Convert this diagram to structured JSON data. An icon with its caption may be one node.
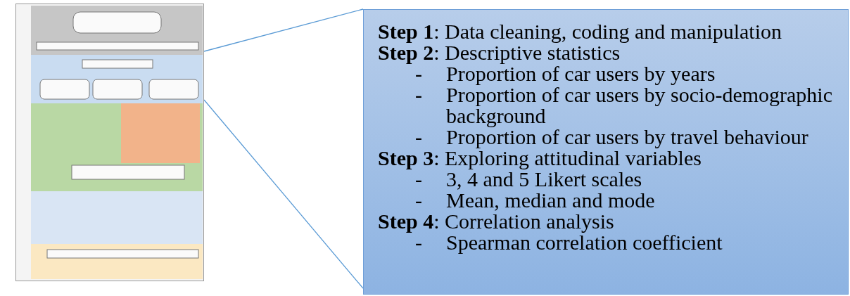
{
  "diagram": {
    "nodes": [
      {
        "text": [],
        "shape": "picture"
      },
      {
        "text": [
          "**Step 1**: Data cleaning, coding and manipulation",
          "**Step 2**: Descriptive statistics",
          "-",
          "Proportion of car users by years",
          "-",
          "Proportion of car users by socio-demographic background",
          "-",
          "Proportion of car users by travel behaviour",
          "**Step 3**: Exploring attitudinal variables",
          "-",
          "3, 4 and 5 Likert scales",
          "-",
          "Mean, median and mode",
          "**Step 4**: Correlation analysis",
          "-",
          "Spearman correlation coefficient"
        ]
      }
    ],
    "edges": [
      {
        "from": 0,
        "to": 1,
        "arrow": "none"
      },
      {
        "from": 0,
        "to": 1,
        "arrow": "none"
      }
    ]
  }
}
